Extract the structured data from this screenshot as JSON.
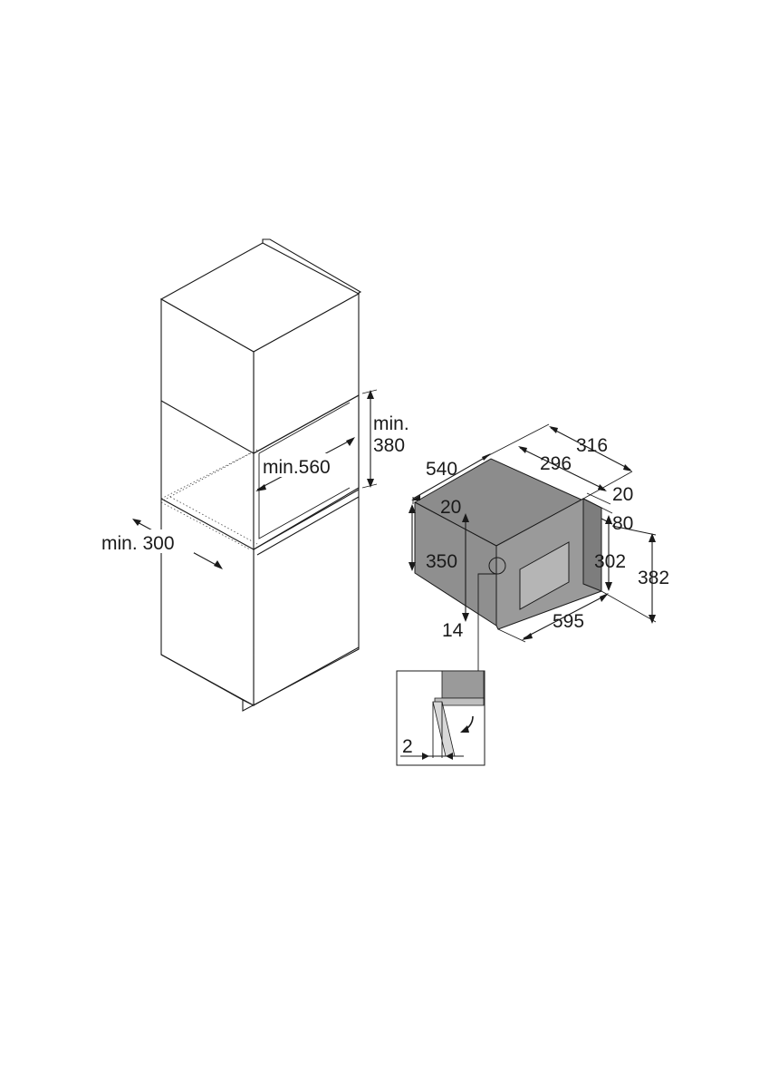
{
  "labels": {
    "cabinet_niche_height": "min.\n380",
    "cabinet_niche_width": "min.560",
    "cabinet_depth": "min. 300",
    "appliance_depth": "540",
    "appliance_top_depth": "296",
    "appliance_overall_depth": "316",
    "front_panel_thickness": "20",
    "front_offset": "80",
    "top_clearance": "20",
    "body_height": "350",
    "front_height": "302",
    "overall_height": "382",
    "bottom_clearance": "14",
    "front_width": "595",
    "detail_gap": "2"
  },
  "colors": {
    "line": "#1a1a1a",
    "appliance_body": "#8c8c8c",
    "appliance_front": "#9a9a9a",
    "door_window": "#b5b5b5",
    "background": "#ffffff"
  }
}
